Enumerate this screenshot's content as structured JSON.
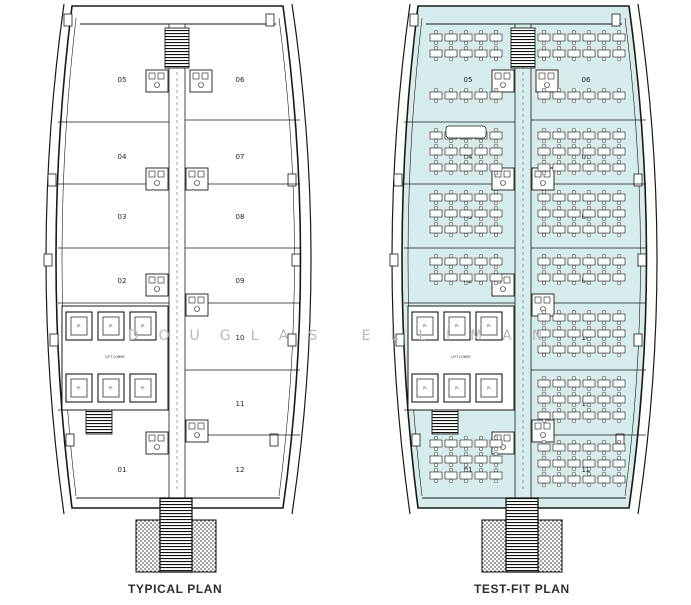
{
  "captions": {
    "typical": "TYPICAL PLAN",
    "testfit": "TEST-FIT PLAN"
  },
  "watermark": "DOUGLAS ELLIMAN",
  "lobby_label": "LIFT LOBBY",
  "unit_labels": [
    "05",
    "06",
    "04",
    "07",
    "03",
    "08",
    "02",
    "09",
    "10",
    "11",
    "01",
    "12"
  ],
  "icon_names": [
    "lift-car-icon",
    "staircase-icon",
    "washroom-icon",
    "workstation-icon"
  ],
  "colors": {
    "line": "#1a1a1a",
    "testfit_fill": "#d7ecec",
    "hatch": "#2a2a2a",
    "background": "#ffffff"
  }
}
